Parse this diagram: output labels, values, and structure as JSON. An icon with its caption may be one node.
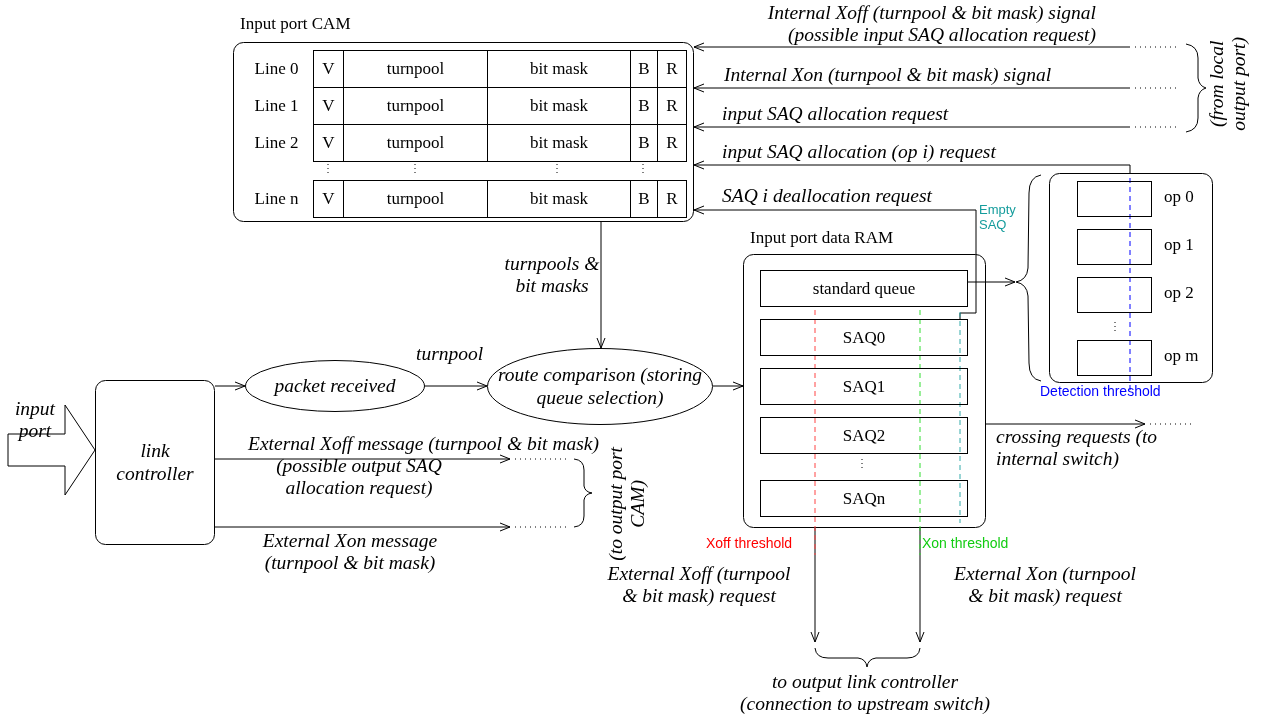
{
  "diagram": {
    "nodes": [
      {
        "text": [
          "Input port CAM"
        ]
      },
      {
        "text": [
          "link controller"
        ]
      },
      {
        "text": [
          "packet received"
        ]
      },
      {
        "text": [
          "route comparison (storing queue selection)"
        ]
      },
      {
        "text": [
          "Input port data RAM"
        ]
      },
      {
        "text": [
          "standard queue"
        ],
        "in": 4
      },
      {
        "text": [
          "SAQ0"
        ],
        "in": 4
      },
      {
        "text": [
          "SAQ1"
        ],
        "in": 4
      },
      {
        "text": [
          "SAQ2"
        ],
        "in": 4
      },
      {
        "text": [
          "SAQn"
        ],
        "in": 4
      },
      {
        "text": [],
        "shape": "box"
      },
      {
        "text": [],
        "shape": "box",
        "beside": [
          "op 0"
        ],
        "in": 10
      },
      {
        "text": [],
        "shape": "box",
        "beside": [
          "op 1"
        ],
        "in": 10
      },
      {
        "text": [],
        "shape": "box",
        "beside": [
          "op 2"
        ],
        "in": 10
      },
      {
        "text": [],
        "shape": "box",
        "beside": [
          "op m"
        ],
        "in": 10
      },
      {
        "text": [
          "to output link controller (connection to upstream switch)"
        ]
      }
    ],
    "edges": [
      {
        "from": null,
        "to": 0,
        "arrow": "to",
        "label": "Internal Xoff (turnpool & bit mask) signal (possible input SAQ allocation request)"
      },
      {
        "from": null,
        "to": 0,
        "arrow": "to",
        "label": "Internal Xon (turnpool & bit mask) signal"
      },
      {
        "from": null,
        "to": 0,
        "arrow": "to",
        "label": "input SAQ allocation request"
      },
      {
        "from": 10,
        "to": 0,
        "arrow": "to",
        "label": "input SAQ allocation (op i) request"
      },
      {
        "from": 6,
        "to": 0,
        "arrow": "to",
        "label": "SAQ i deallocation request"
      },
      {
        "from": 0,
        "to": 3,
        "arrow": "to",
        "label": "turnpools & bit masks"
      },
      {
        "from": null,
        "to": 1,
        "arrow": "to",
        "label": "input port",
        "style": "thick"
      },
      {
        "from": 1,
        "to": 2,
        "arrow": "to"
      },
      {
        "from": 2,
        "to": 3,
        "arrow": "to",
        "label": "turnpool"
      },
      {
        "from": 3,
        "to": 4,
        "arrow": "to"
      },
      {
        "from": 5,
        "to": 10,
        "arrow": "to"
      },
      {
        "from": 4,
        "to": null,
        "arrow": "to",
        "label": "crossing requests (to internal switch)"
      },
      {
        "from": 1,
        "to": null,
        "arrow": "to",
        "label": "External Xoff message (turnpool & bit mask)"
      },
      {
        "from": 1,
        "to": null,
        "arrow": "to",
        "label": "External Xon message (turnpool & bit mask)"
      },
      {
        "from": 4,
        "to": 15,
        "arrow": "to",
        "label": "External Xoff (turnpool & bit mask) request"
      },
      {
        "from": 4,
        "to": 15,
        "arrow": "to",
        "label": "External Xon (turnpool & bit mask) request"
      }
    ],
    "labels": [
      "Line 0",
      "V",
      "turnpool",
      "bit mask",
      "B",
      "R",
      "Line 1",
      "V",
      "turnpool",
      "bit mask",
      "B",
      "R",
      "Line 2",
      "V",
      "turnpool",
      "bit mask",
      "B",
      "R",
      "Line n",
      "V",
      "turnpool",
      "bit mask",
      "B",
      "R",
      "(from local output port)",
      "Empty SAQ",
      "Detection threshold",
      "(possible output SAQ allocation request)",
      "(to output port CAM)",
      "Xoff threshold",
      "Xon threshold"
    ]
  }
}
